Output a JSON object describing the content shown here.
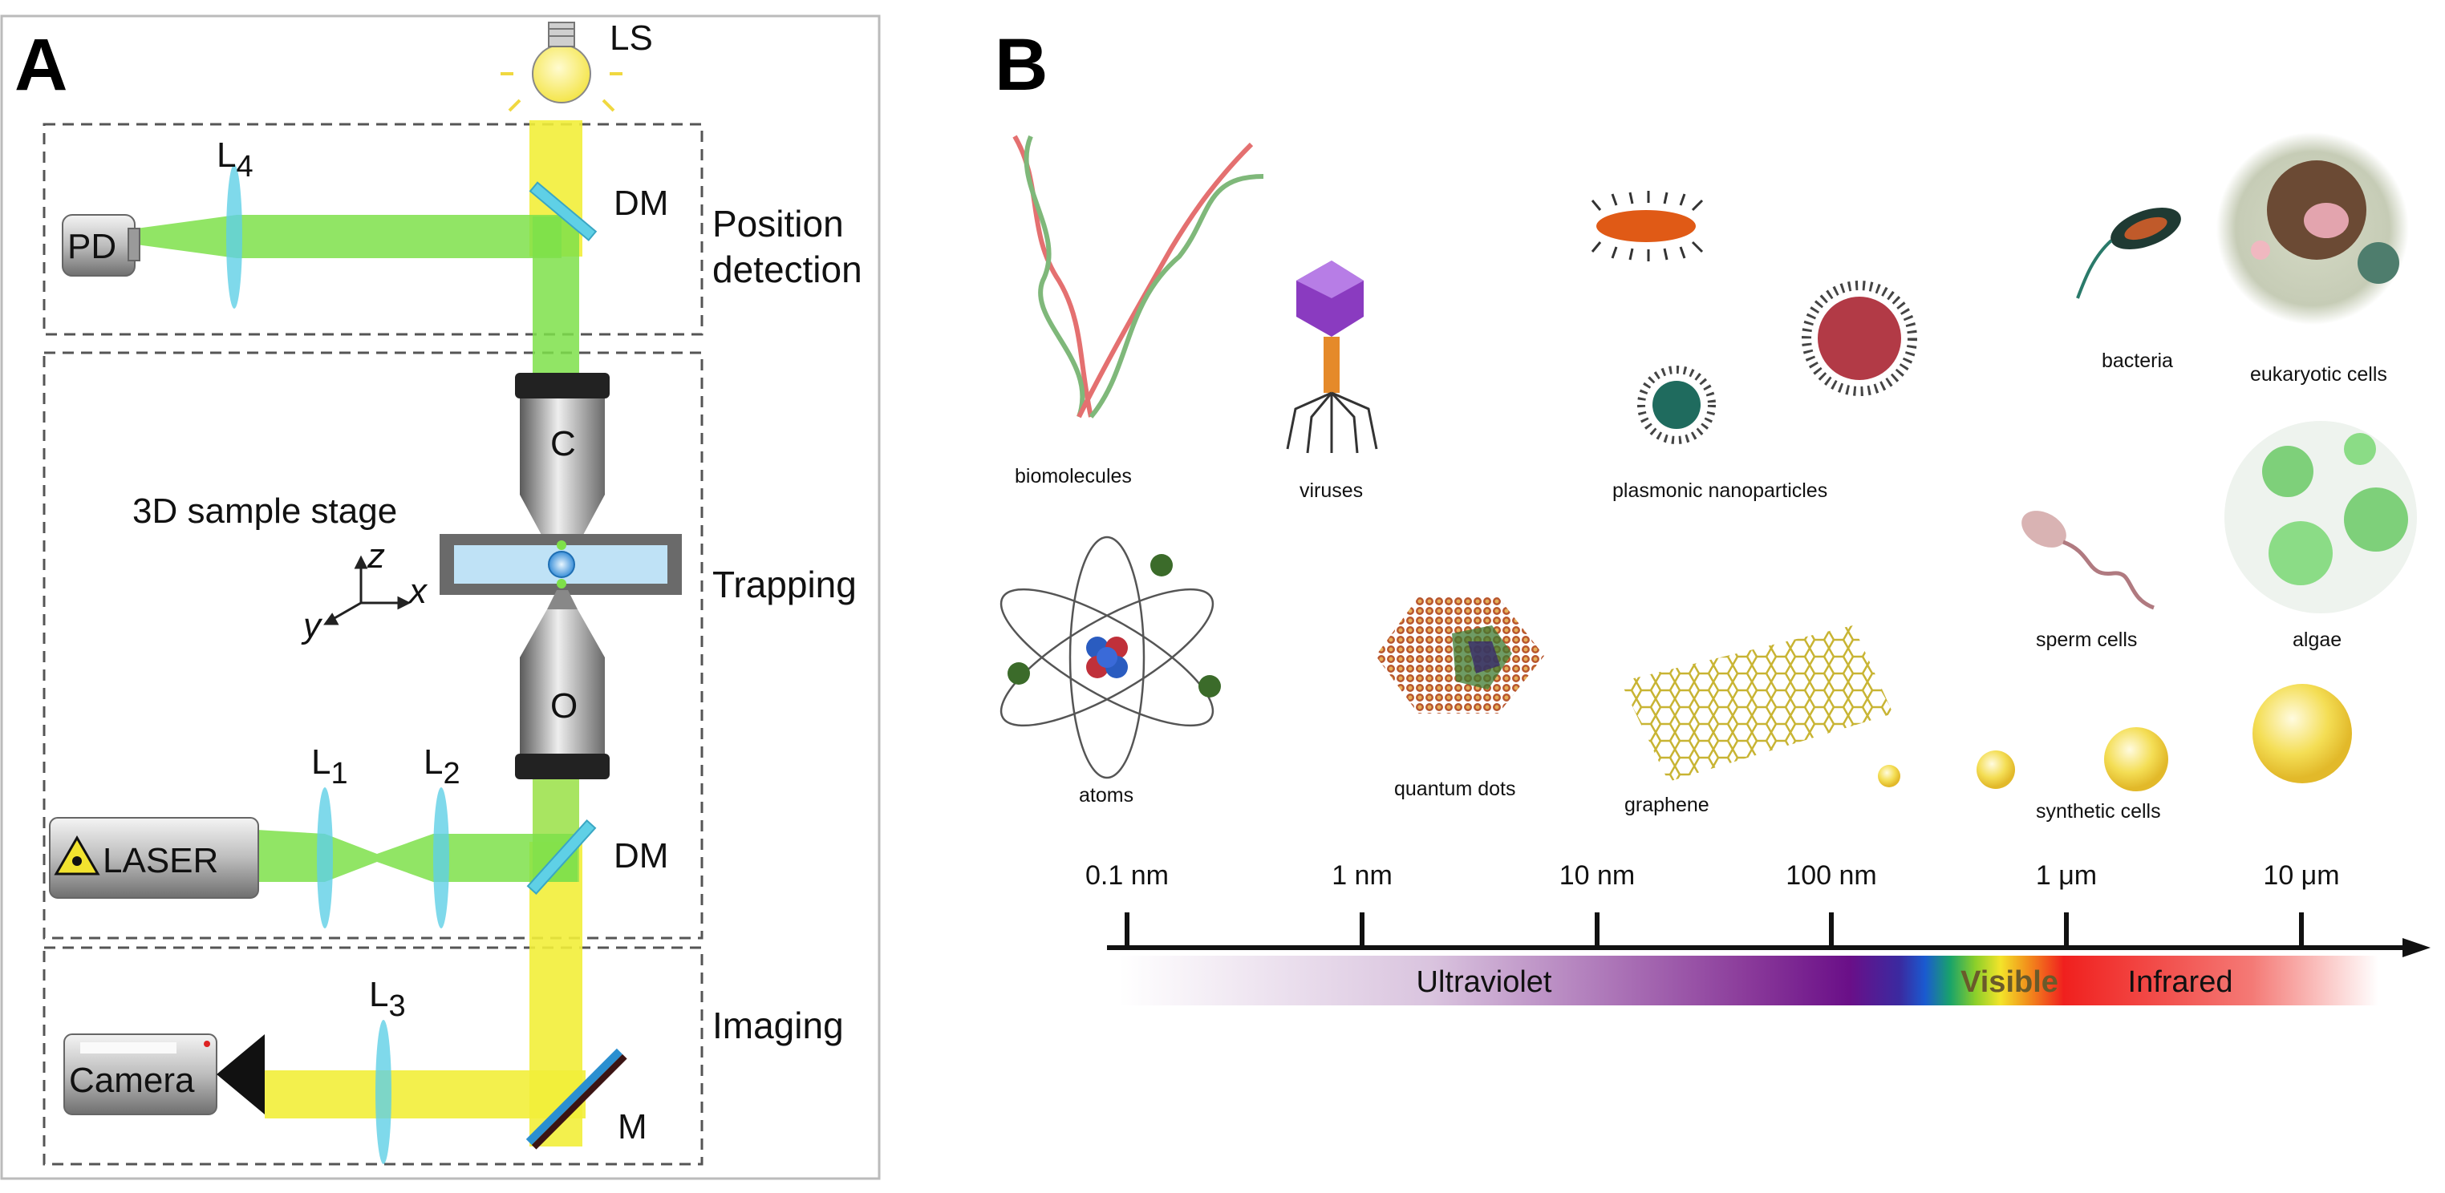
{
  "panel_a": {
    "letter": "A",
    "sections": {
      "position_detection_line1": "Position",
      "position_detection_line2": "detection",
      "trapping": "Trapping",
      "imaging": "Imaging"
    },
    "components": {
      "light_source": "LS",
      "dichroic_top": "DM",
      "dichroic_bottom": "DM",
      "mirror": "M",
      "photodiode": "PD",
      "laser": "LASER",
      "camera": "Camera",
      "condenser": "C",
      "objective": "O",
      "stage_label": "3D sample stage"
    },
    "lenses": [
      {
        "base": "L",
        "sub": "4"
      },
      {
        "base": "L",
        "sub": "1"
      },
      {
        "base": "L",
        "sub": "2"
      },
      {
        "base": "L",
        "sub": "3"
      }
    ],
    "axes": {
      "x": "x",
      "y": "y",
      "z": "z"
    },
    "colors": {
      "green_beam": "#7ee04a",
      "yellow_beam": "#f2ee3a",
      "lens": "#5fd0e6",
      "stage": "#bfe2f6"
    }
  },
  "panel_b": {
    "letter": "B",
    "objects": {
      "biomolecules": "biomolecules",
      "viruses": "viruses",
      "plasmonic": "plasmonic nanoparticles",
      "bacteria": "bacteria",
      "eukaryotic": "eukaryotic cells",
      "atoms": "atoms",
      "quantum_dots": "quantum dots",
      "graphene": "graphene",
      "sperm": "sperm cells",
      "algae": "algae",
      "synthetic": "synthetic cells"
    },
    "scale_ticks": [
      "0.1 nm",
      "1 nm",
      "10 nm",
      "100 nm",
      "1 μm",
      "10 μm"
    ],
    "spectrum": {
      "ultraviolet": "Ultraviolet",
      "visible": "Visible",
      "infrared": "Infrared"
    }
  }
}
